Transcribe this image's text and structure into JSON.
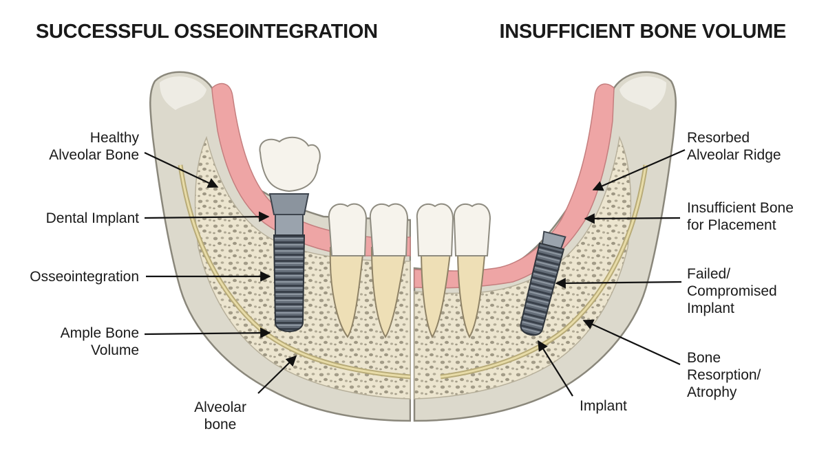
{
  "left_panel": {
    "title": "SUCCESSFUL OSSEOINTEGRATION",
    "labels": {
      "healthy_bone": "Healthy\nAlveolar Bone",
      "dental_implant": "Dental Implant",
      "osseointegration": "Osseointegration",
      "ample_bone": "Ample Bone\nVolume",
      "alveolar_bone": "Alveolar\nbone"
    }
  },
  "right_panel": {
    "title": "INSUFFICIENT BONE VOLUME",
    "labels": {
      "resorbed_ridge": "Resorbed\nAlveolar Ridge",
      "insufficient_bone": "Insufficient Bone\nfor Placement",
      "failed_implant": "Failed/\nCompromised\nImplant",
      "bone_resorption": "Bone\nResorption/\nAtrophy",
      "implant": "Implant"
    }
  },
  "colors": {
    "bone_outer": "#dcd9cc",
    "bone_inner": "#ece5cf",
    "gum": "#eea5a5",
    "implant": "#5d6670",
    "tooth": "#f6f3ec",
    "root": "#eedfb6",
    "arrow": "#111111"
  }
}
